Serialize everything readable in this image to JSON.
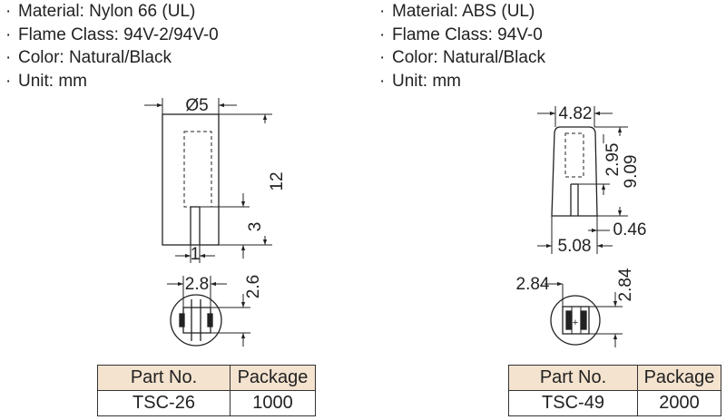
{
  "left": {
    "specs": [
      "Material: Nylon 66 (UL)",
      "Flame Class: 94V-2/94V-0",
      "Color: Natural/Black",
      "Unit: mm"
    ],
    "dims": {
      "diameter": "Ø5",
      "height": "12",
      "slot": "3",
      "width": "1",
      "top_w": "2.8",
      "top_h": "2.6"
    },
    "table": {
      "headers": [
        "Part No.",
        "Package"
      ],
      "rows": [
        [
          "TSC-26",
          "1000"
        ]
      ]
    }
  },
  "right": {
    "specs": [
      "Material: ABS (UL)",
      "Flame Class: 94V-0",
      "Color: Natural/Black",
      "Unit: mm"
    ],
    "dims": {
      "top": "4.82",
      "inner": "2.95",
      "height": "9.09",
      "gap": "0.46",
      "base": "5.08",
      "top_w": "2.84",
      "top_h": "2.84",
      "plus": "+"
    },
    "table": {
      "headers": [
        "Part No.",
        "Package"
      ],
      "rows": [
        [
          "TSC-49",
          "2000"
        ]
      ]
    }
  },
  "bullet": "·"
}
